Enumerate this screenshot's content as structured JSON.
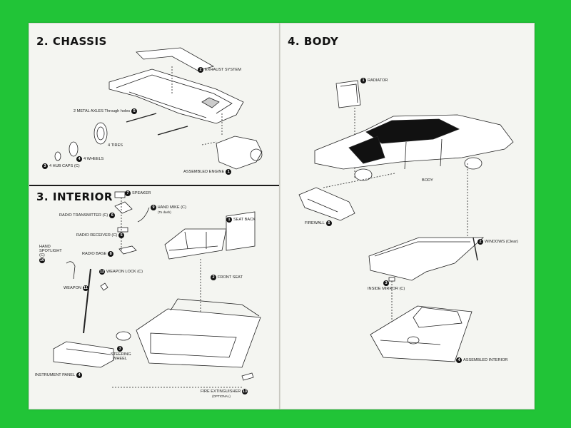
{
  "sections": {
    "chassis": {
      "title": "2. CHASSIS"
    },
    "interior": {
      "title": "3. INTERIOR"
    },
    "body": {
      "title": "4. BODY"
    }
  },
  "callouts": {
    "exhaust": {
      "num": "2",
      "label": "EXHAUST SYSTEM"
    },
    "axles": {
      "num": "5",
      "label": "2 METAL AXLES Through holes"
    },
    "tires": {
      "label": "4 TIRES"
    },
    "wheels": {
      "num": "4",
      "label": "4 WHEELS"
    },
    "hubcaps": {
      "num": "3",
      "label": "4 HUB CAPS (C)"
    },
    "engine": {
      "num": "1",
      "label": "ASSEMBLED ENGINE"
    },
    "speaker": {
      "num": "7",
      "label": "SPEAKER"
    },
    "hand_mike": {
      "num": "9",
      "label": "HAND MIKE (C)",
      "sub": "(To dash)"
    },
    "radio_transmitter": {
      "num": "6",
      "label": "RADIO TRANSMITTER (C)"
    },
    "radio_receiver": {
      "num": "5",
      "label": "RADIO RECEIVER (C)"
    },
    "radio_base": {
      "num": "8",
      "label": "RADIO BASE"
    },
    "hand_spotlight": {
      "num": "10",
      "label": "HAND SPOTLIGHT (C)"
    },
    "weapon_lock": {
      "num": "12",
      "label": "WEAPON LOCK (C)"
    },
    "weapon": {
      "num": "11",
      "label": "WEAPON"
    },
    "seat_back": {
      "num": "1",
      "label": "SEAT BACK"
    },
    "front_seat": {
      "num": "2",
      "label": "FRONT SEAT"
    },
    "steering_wheel": {
      "num": "3",
      "label": "STEERING WHEEL"
    },
    "instrument_panel": {
      "num": "4",
      "label": "INSTRUMENT PANEL"
    },
    "fire_extinguisher": {
      "num": "13",
      "label": "FIRE EXTINGUISHER",
      "sub": "(OPTIONAL)"
    },
    "radiator": {
      "num": "1",
      "label": "RADIATOR"
    },
    "body": {
      "label": "BODY"
    },
    "firewall": {
      "num": "5",
      "label": "FIREWALL"
    },
    "windows": {
      "num": "2",
      "label": "WINDOWS (Clear)"
    },
    "inside_mirror": {
      "num": "3",
      "label": "INSIDE MIRROR (C)"
    },
    "assembled_interior": {
      "num": "4",
      "label": "ASSEMBLED INTERIOR"
    }
  }
}
